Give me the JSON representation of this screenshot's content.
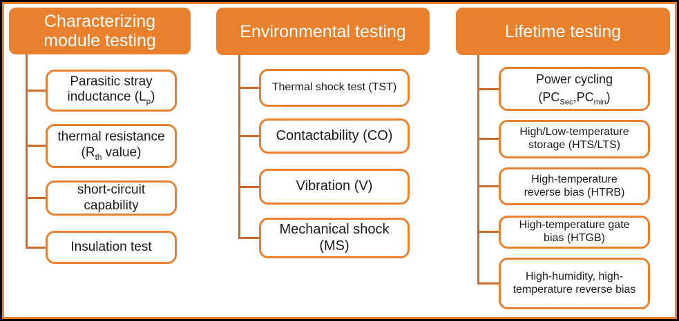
{
  "colors": {
    "accent_orange": "#E8802E",
    "connector": "#C96B28",
    "frame_black": "#000000",
    "bg": "#FFFFFF",
    "header_text": "#FFFFFF",
    "node_text": "#1A1A1A"
  },
  "diagram": {
    "columns": [
      {
        "title": "Characterizing module testing",
        "header_segments": [
          {
            "t": "Characterizing"
          },
          {
            "br": true
          },
          {
            "t": "module testing"
          }
        ],
        "items": [
          {
            "label": "Parasitic stray inductance (Lp)",
            "segments": [
              {
                "t": "Parasitic stray"
              },
              {
                "br": true
              },
              {
                "t": "inductance (L"
              },
              {
                "t": "p",
                "sub": true
              },
              {
                "t": ")"
              }
            ]
          },
          {
            "label": "thermal resistance (Rth value)",
            "segments": [
              {
                "t": "thermal resistance"
              },
              {
                "br": true
              },
              {
                "t": "(R"
              },
              {
                "t": "th",
                "sub": true
              },
              {
                "t": " value)"
              }
            ]
          },
          {
            "label": "short-circuit capability",
            "segments": [
              {
                "t": "short-circuit"
              },
              {
                "br": true
              },
              {
                "t": "capability"
              }
            ]
          },
          {
            "label": "Insulation test",
            "segments": [
              {
                "t": "Insulation test"
              }
            ]
          }
        ]
      },
      {
        "title": "Environmental testing",
        "header_segments": [
          {
            "t": "Environmental testing"
          }
        ],
        "items": [
          {
            "label": "Thermal shock test (TST)",
            "segments": [
              {
                "t": "Thermal shock test (TST)"
              }
            ]
          },
          {
            "label": "Contactability (CO)",
            "segments": [
              {
                "t": "Contactability (CO)"
              }
            ]
          },
          {
            "label": "Vibration (V)",
            "segments": [
              {
                "t": "Vibration (V)"
              }
            ]
          },
          {
            "label": "Mechanical shock (MS)",
            "segments": [
              {
                "t": "Mechanical shock"
              },
              {
                "br": true
              },
              {
                "t": "(MS)"
              }
            ]
          }
        ]
      },
      {
        "title": "Lifetime testing",
        "header_segments": [
          {
            "t": "Lifetime testing"
          }
        ],
        "items": [
          {
            "label": "Power cycling (PCSec,PCmin)",
            "segments": [
              {
                "t": "Power cycling"
              },
              {
                "br": true
              },
              {
                "t": "(PC"
              },
              {
                "t": "Sec",
                "sub": true
              },
              {
                "t": ",PC"
              },
              {
                "t": "min",
                "sub": true
              },
              {
                "t": ")"
              }
            ]
          },
          {
            "label": "High/Low-temperature storage (HTS/LTS)",
            "segments": [
              {
                "t": "High/Low-temperature"
              },
              {
                "br": true
              },
              {
                "t": "storage (HTS/LTS)"
              }
            ]
          },
          {
            "label": "High-temperature reverse bias (HTRB)",
            "segments": [
              {
                "t": "High-temperature"
              },
              {
                "br": true
              },
              {
                "t": "reverse bias (HTRB)"
              }
            ]
          },
          {
            "label": "High-temperature gate bias (HTGB)",
            "segments": [
              {
                "t": "High-temperature gate"
              },
              {
                "br": true
              },
              {
                "t": "bias (HTGB)"
              }
            ]
          },
          {
            "label": "High-humidity, high-temperature reverse bias",
            "segments": [
              {
                "t": "High-humidity, high-"
              },
              {
                "br": true
              },
              {
                "t": "temperature reverse bias"
              }
            ]
          }
        ]
      }
    ]
  }
}
